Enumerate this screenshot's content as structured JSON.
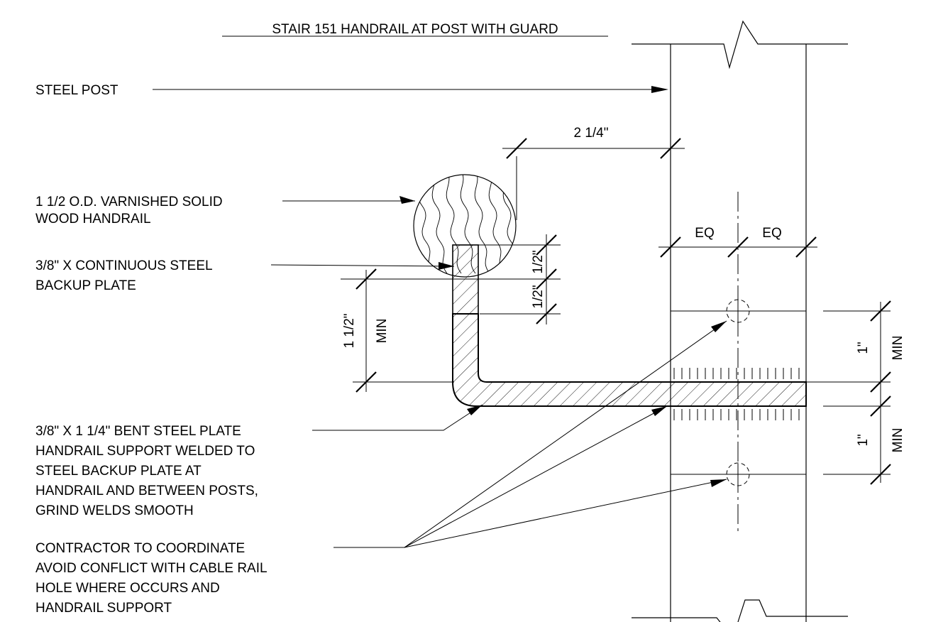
{
  "title": "STAIR 151 HANDRAIL AT POST WITH GUARD",
  "notes": {
    "steel_post": [
      "STEEL POST"
    ],
    "handrail": [
      "1 1/2 O.D. VARNISHED SOLID",
      "WOOD HANDRAIL"
    ],
    "backup_plate": [
      "3/8\" X CONTINUOUS STEEL",
      "BACKUP PLATE"
    ],
    "bent_plate": [
      "3/8\" X 1 1/4\" BENT STEEL PLATE",
      "HANDRAIL SUPPORT WELDED TO",
      "STEEL BACKUP PLATE AT",
      "HANDRAIL AND BETWEEN POSTS,",
      "GRIND WELDS SMOOTH"
    ],
    "contractor": [
      "CONTRACTOR TO COORDINATE",
      "AVOID CONFLICT WITH CABLE RAIL",
      "HOLE WHERE OCCURS AND",
      "HANDRAIL SUPPORT"
    ]
  },
  "dimensions": {
    "rail_offset": "2 1/4\"",
    "eq_left": "EQ",
    "eq_right": "EQ",
    "plate_top": "1/2\"",
    "plate_lap": "1/2\"",
    "support_height": "1 1/2\"",
    "support_min": "MIN",
    "hole_top": "1\"",
    "hole_top_min": "MIN",
    "hole_bottom": "1\"",
    "hole_bottom_min": "MIN"
  }
}
